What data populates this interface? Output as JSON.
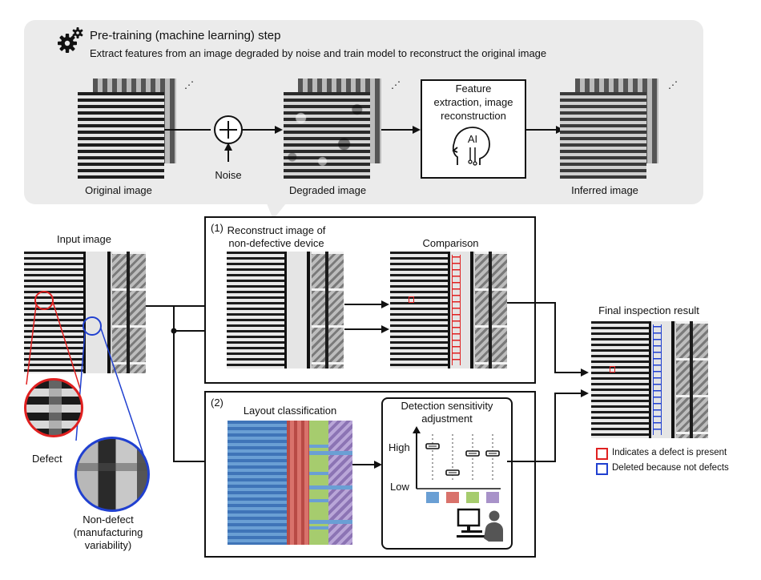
{
  "pretraining": {
    "title": "Pre-training (machine learning) step",
    "subtitle": "Extract features from an image degraded by noise and train model to reconstruct the original image",
    "original_label": "Original image",
    "noise_label": "Noise",
    "degraded_label": "Degraded image",
    "ai_box_line1": "Feature",
    "ai_box_line2": "extraction, image",
    "ai_box_line3": "reconstruction",
    "ai_text": "AI",
    "inferred_label": "Inferred image",
    "ellipsis": "⋰"
  },
  "input": {
    "label": "Input image",
    "defect_label": "Defect",
    "nondefect_line1": "Non-defect",
    "nondefect_line2": "(manufacturing",
    "nondefect_line3": "variability)"
  },
  "step1": {
    "number": "(1)",
    "title_line1": "Reconstruct image of",
    "title_line2": "non-defective device",
    "comparison_label": "Comparison"
  },
  "step2": {
    "number": "(2)",
    "layout_label": "Layout classification",
    "sensitivity_line1": "Detection sensitivity",
    "sensitivity_line2": "adjustment",
    "high_label": "High",
    "low_label": "Low",
    "class_colors": [
      "#6a9fd4",
      "#d9726b",
      "#a6cc6e",
      "#a892c9"
    ],
    "slider_levels": [
      0.75,
      0.2,
      0.6,
      0.6
    ]
  },
  "result": {
    "label": "Final inspection result",
    "legend_red": "Indicates a defect is present",
    "legend_blue": "Deleted because not defects",
    "red_color": "#e02020",
    "blue_color": "#2040d0"
  }
}
